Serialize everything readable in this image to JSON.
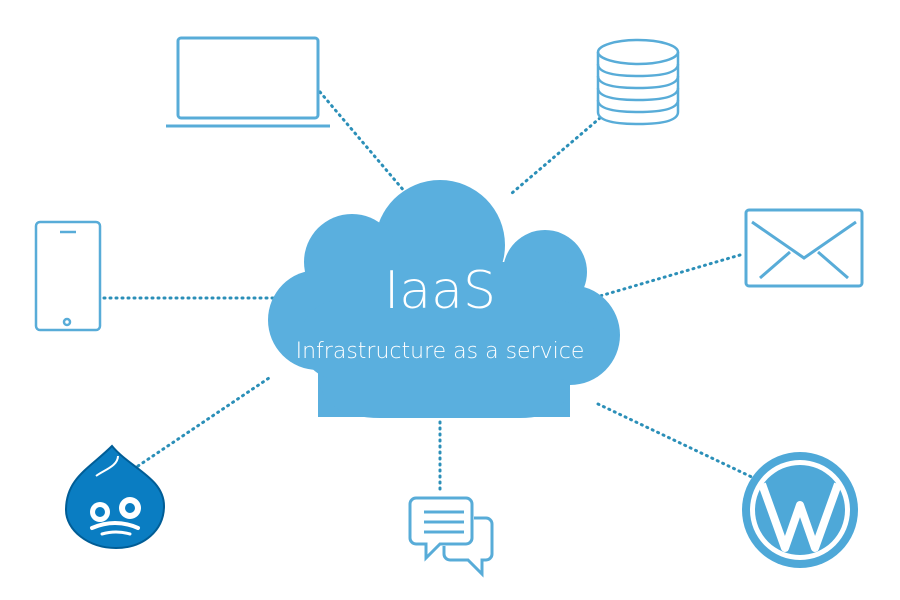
{
  "cloud": {
    "title": "IaaS",
    "subtitle": "Infrastructure as a service"
  },
  "colors": {
    "cloud_fill": "#5aafde",
    "icon_stroke": "#58acd8",
    "connector": "#2b8fb8",
    "drupal_blue": "#0a7dc2",
    "wordpress_blue": "#4ea8d8"
  },
  "icons": [
    "laptop-icon",
    "database-icon",
    "envelope-icon",
    "wordpress-logo",
    "chat-bubbles-icon",
    "drupal-logo",
    "smartphone-icon"
  ]
}
